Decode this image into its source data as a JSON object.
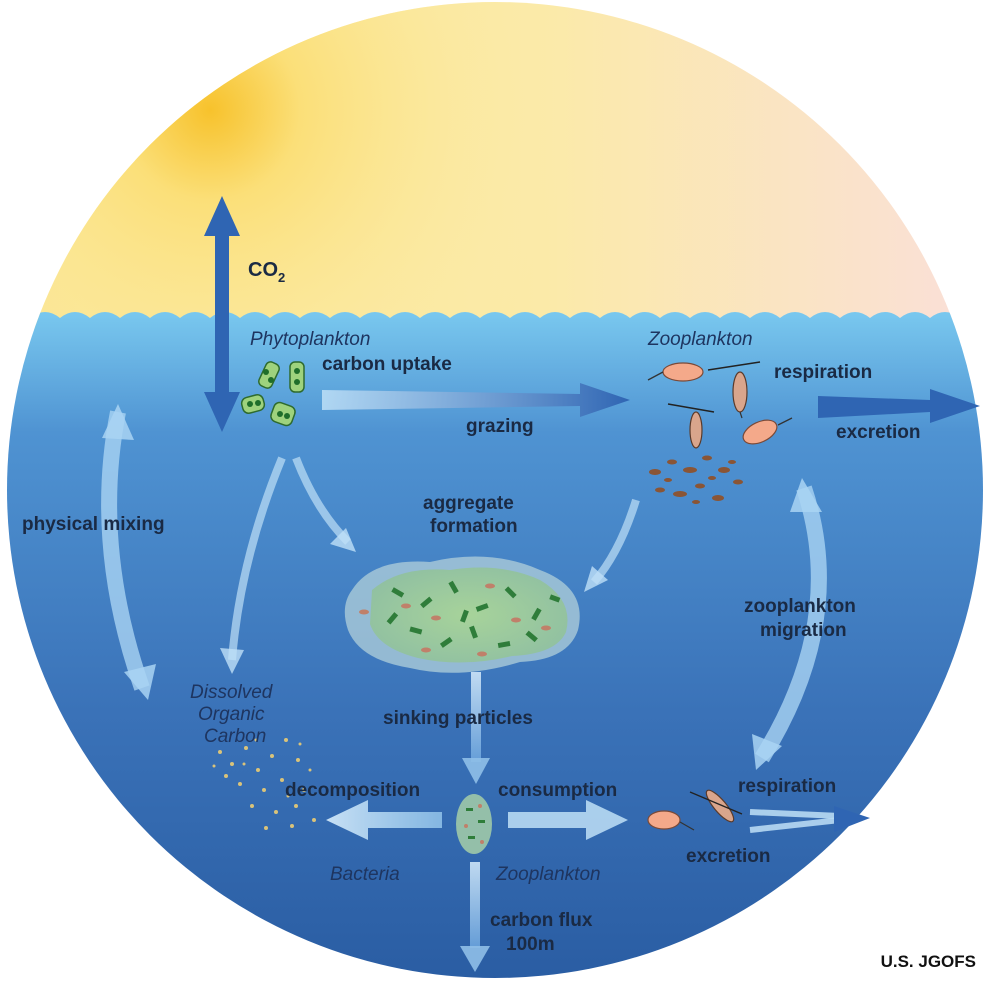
{
  "diagram": {
    "co2": {
      "main": "CO",
      "sub": "2"
    },
    "phytoplankton": "Phytoplankton",
    "carbon_uptake": "carbon uptake",
    "zooplankton_top": "Zooplankton",
    "respiration_top": "respiration",
    "excretion_top": "excretion",
    "grazing": "grazing",
    "physical_mixing": "physical mixing",
    "aggregate_line1": "aggregate",
    "aggregate_line2": "formation",
    "zoo_migration_line1": "zooplankton",
    "zoo_migration_line2": "migration",
    "doc_line1": "Dissolved",
    "doc_line2": "Organic",
    "doc_line3": "Carbon",
    "sinking_particles": "sinking particles",
    "decomposition": "decomposition",
    "consumption": "consumption",
    "respiration_bottom": "respiration",
    "excretion_bottom": "excretion",
    "bacteria": "Bacteria",
    "zooplankton_bottom": "Zooplankton",
    "carbon_flux_line1": "carbon flux",
    "carbon_flux_line2": "100m"
  },
  "credit": "U.S. JGOFS",
  "colors": {
    "sky_sun": "#f8c73a",
    "sky_yellow": "#fbe99a",
    "sky_pink": "#fbe0dc",
    "ocean_top": "#74c4ec",
    "ocean_bottom": "#2d63a8",
    "arrow_dark": "#2f65b3"
  }
}
